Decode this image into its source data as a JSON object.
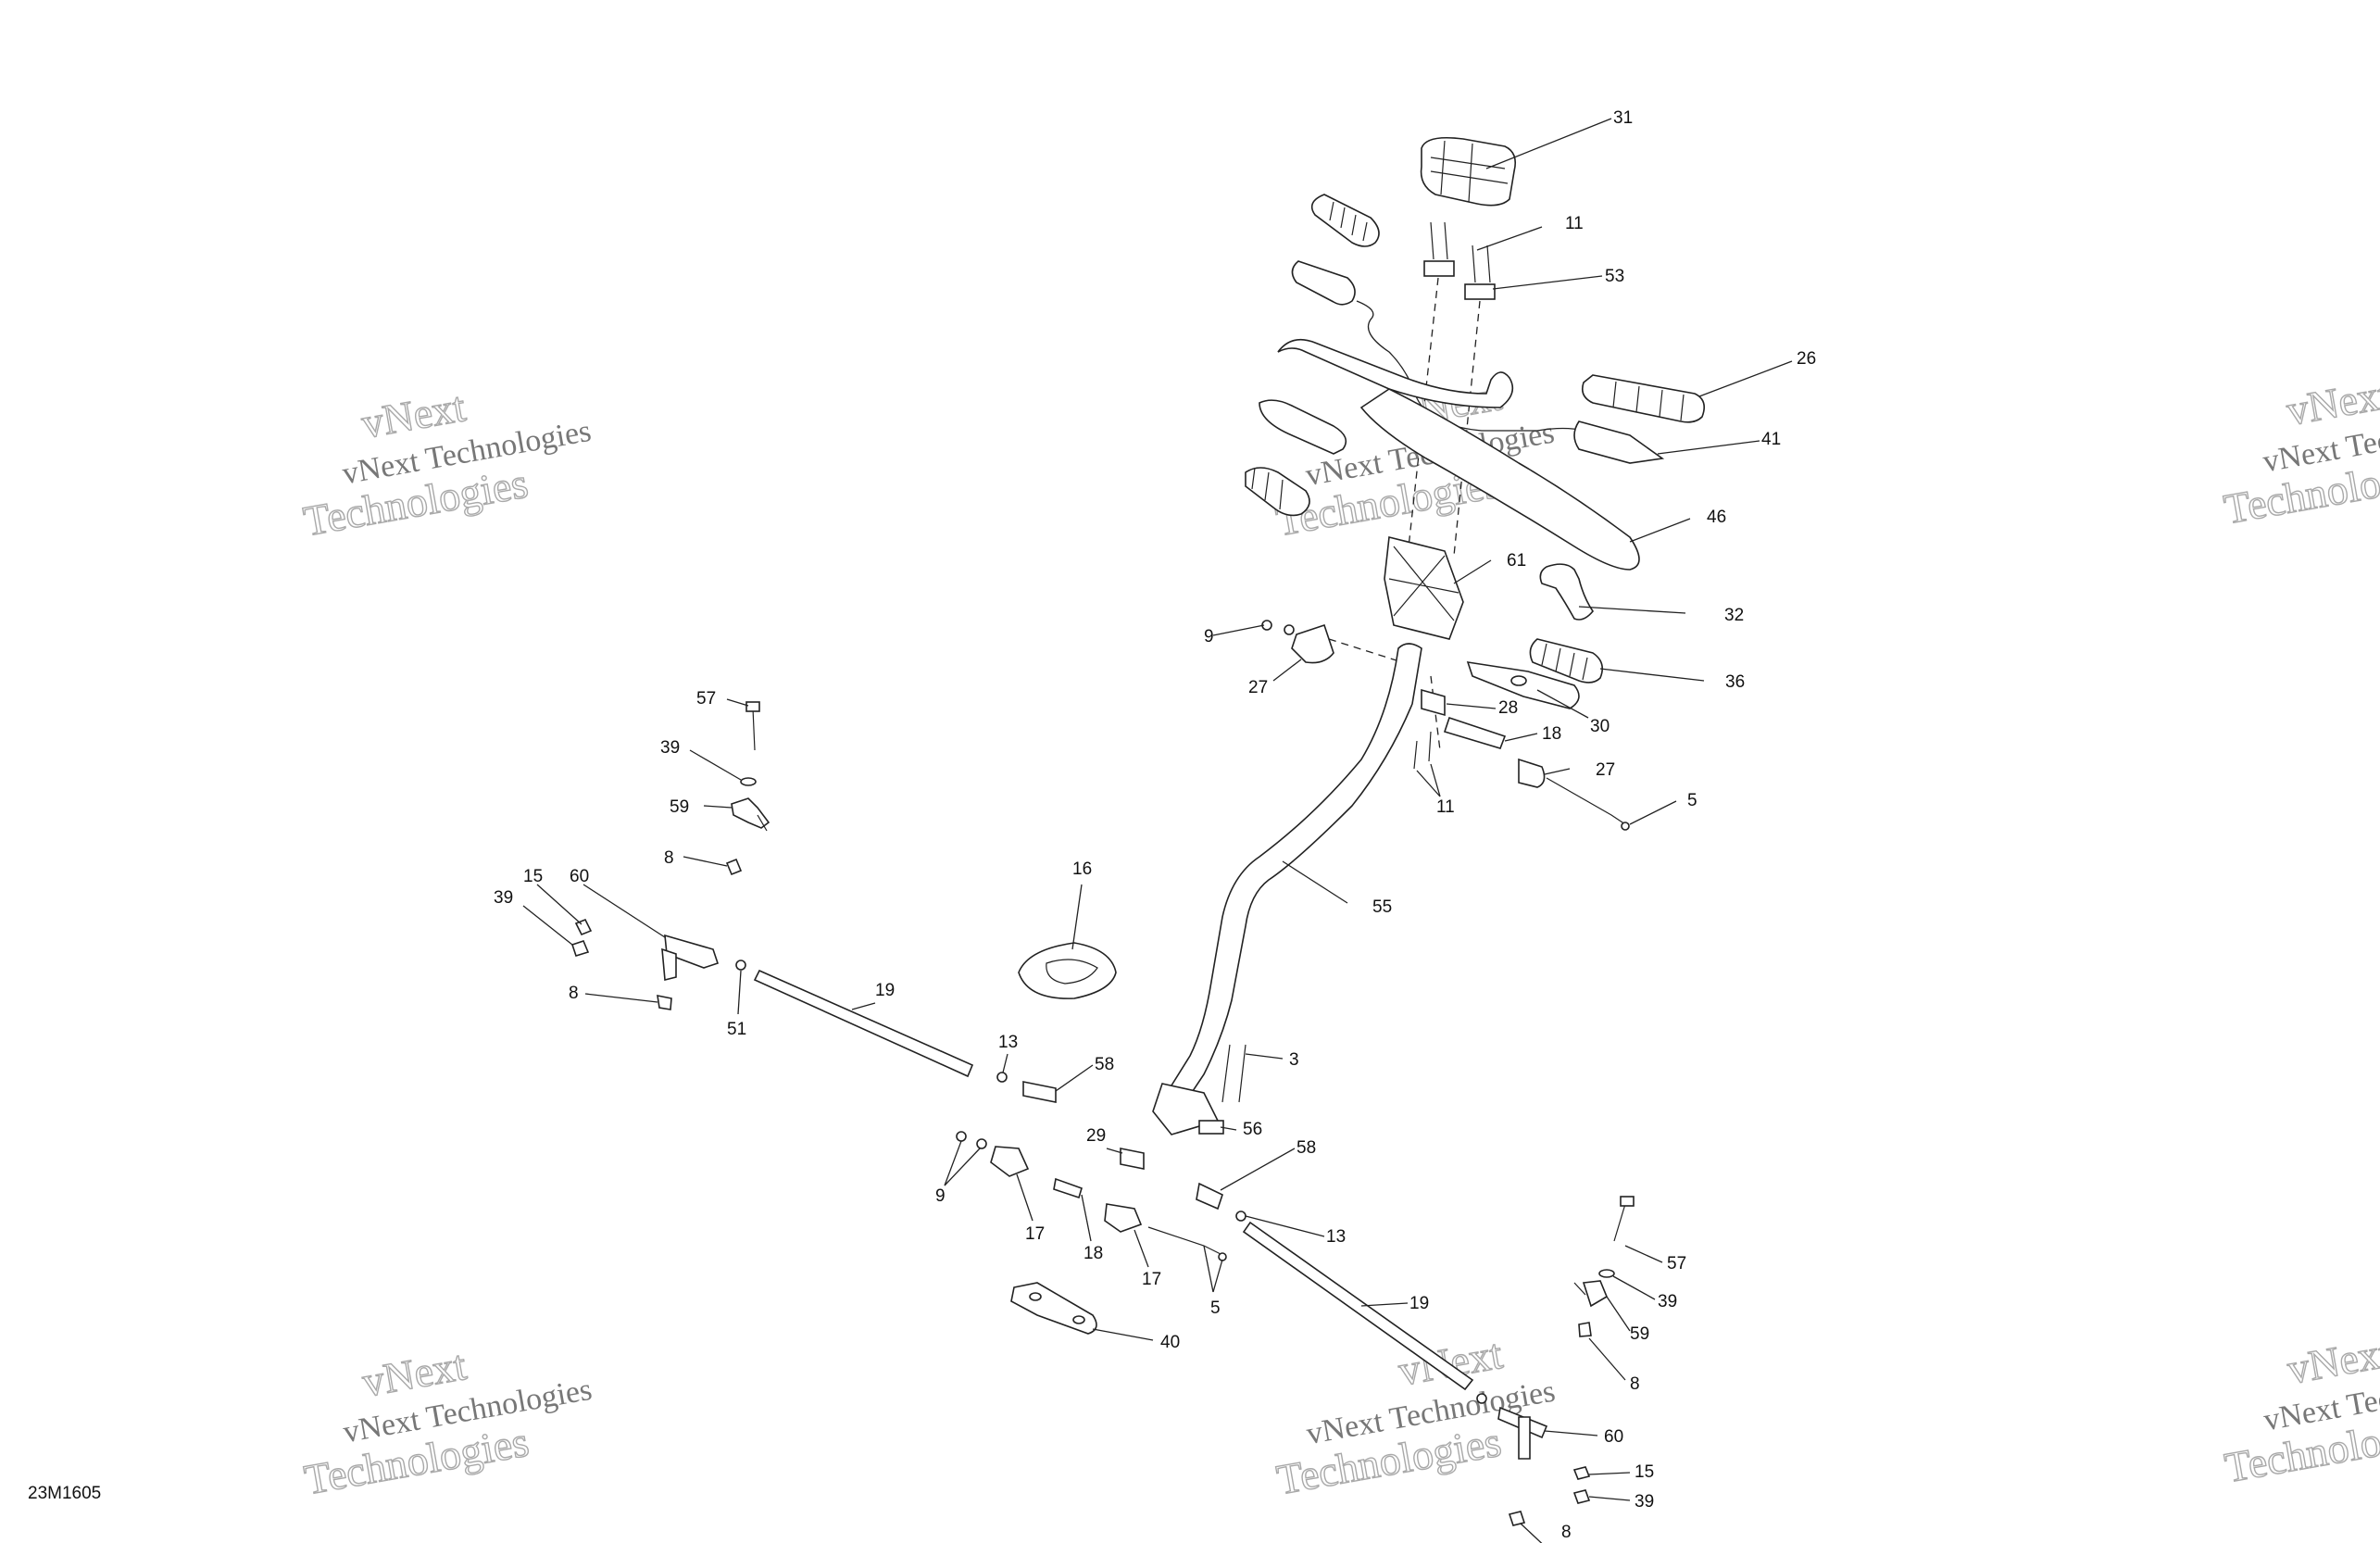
{
  "diagram_code": "23M1605",
  "watermark": {
    "line1": "vNext Technologies",
    "line2": "vNext",
    "line3": "Technologies"
  },
  "callouts": [
    {
      "id": "c31",
      "label": "31"
    },
    {
      "id": "c11a",
      "label": "11"
    },
    {
      "id": "c53",
      "label": "53"
    },
    {
      "id": "c26",
      "label": "26"
    },
    {
      "id": "c41",
      "label": "41"
    },
    {
      "id": "c46",
      "label": "46"
    },
    {
      "id": "c61",
      "label": "61"
    },
    {
      "id": "c32",
      "label": "32"
    },
    {
      "id": "c9a",
      "label": "9"
    },
    {
      "id": "c27a",
      "label": "27"
    },
    {
      "id": "c36",
      "label": "36"
    },
    {
      "id": "c28",
      "label": "28"
    },
    {
      "id": "c30",
      "label": "30"
    },
    {
      "id": "c18a",
      "label": "18"
    },
    {
      "id": "c27b",
      "label": "27"
    },
    {
      "id": "c11b",
      "label": "11"
    },
    {
      "id": "c5a",
      "label": "5"
    },
    {
      "id": "c57a",
      "label": "57"
    },
    {
      "id": "c39a",
      "label": "39"
    },
    {
      "id": "c59a",
      "label": "59"
    },
    {
      "id": "c8a",
      "label": "8"
    },
    {
      "id": "c15a",
      "label": "15"
    },
    {
      "id": "c60a",
      "label": "60"
    },
    {
      "id": "c39b",
      "label": "39"
    },
    {
      "id": "c8b",
      "label": "8"
    },
    {
      "id": "c51",
      "label": "51"
    },
    {
      "id": "c19a",
      "label": "19"
    },
    {
      "id": "c16",
      "label": "16"
    },
    {
      "id": "c55",
      "label": "55"
    },
    {
      "id": "c13a",
      "label": "13"
    },
    {
      "id": "c58a",
      "label": "58"
    },
    {
      "id": "c3",
      "label": "3"
    },
    {
      "id": "c29",
      "label": "29"
    },
    {
      "id": "c56",
      "label": "56"
    },
    {
      "id": "c58b",
      "label": "58"
    },
    {
      "id": "c9b",
      "label": "9"
    },
    {
      "id": "c17a",
      "label": "17"
    },
    {
      "id": "c18b",
      "label": "18"
    },
    {
      "id": "c17b",
      "label": "17"
    },
    {
      "id": "c5b",
      "label": "5"
    },
    {
      "id": "c13b",
      "label": "13"
    },
    {
      "id": "c57b",
      "label": "57"
    },
    {
      "id": "c39c",
      "label": "39"
    },
    {
      "id": "c19b",
      "label": "19"
    },
    {
      "id": "c59b",
      "label": "59"
    },
    {
      "id": "c40",
      "label": "40"
    },
    {
      "id": "c8c",
      "label": "8"
    },
    {
      "id": "c60b",
      "label": "60"
    },
    {
      "id": "c15b",
      "label": "15"
    },
    {
      "id": "c39d",
      "label": "39"
    },
    {
      "id": "c8d",
      "label": "8"
    }
  ]
}
